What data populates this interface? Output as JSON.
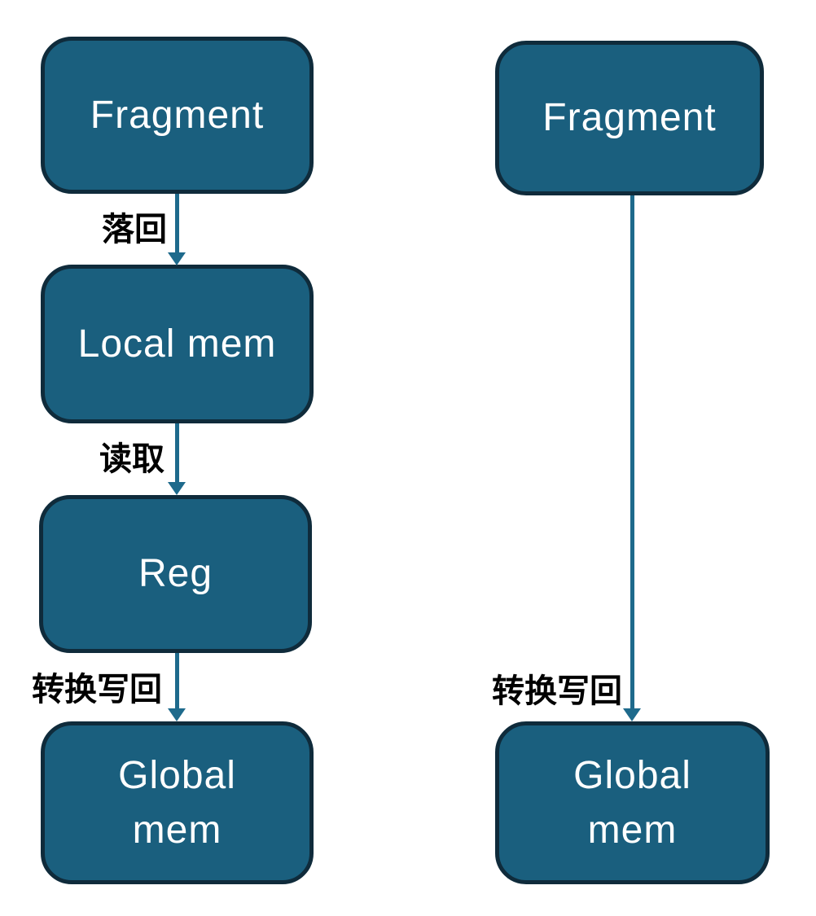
{
  "colors": {
    "background": "#FFFFFF",
    "node_fill": "#1A5F7E",
    "node_border": "#0F2B3B",
    "node_text": "#FFFFFF",
    "arrow": "#1E6A8C",
    "edge_label_text": "#000000"
  },
  "left_flow": {
    "nodes": [
      {
        "label": "Fragment"
      },
      {
        "label": "Local mem"
      },
      {
        "label": "Reg"
      },
      {
        "label": "Global\nmem"
      }
    ],
    "edges": [
      {
        "label": "落回"
      },
      {
        "label": "读取"
      },
      {
        "label": "转换写回"
      }
    ]
  },
  "right_flow": {
    "nodes": [
      {
        "label": "Fragment"
      },
      {
        "label": "Global\nmem"
      }
    ],
    "edges": [
      {
        "label": "转换写回"
      }
    ]
  }
}
